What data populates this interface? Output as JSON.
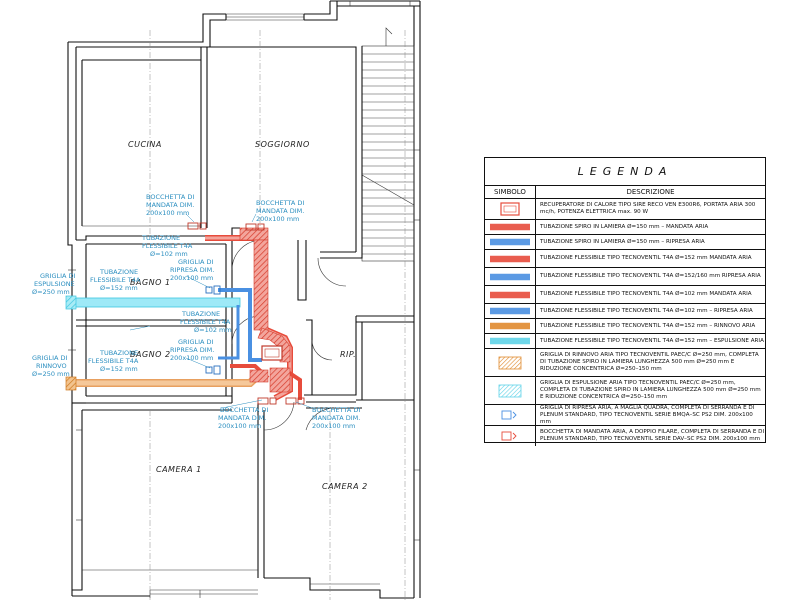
{
  "rooms": {
    "cucina": "CUCINA",
    "soggiorno": "SOGGIORNO",
    "bagno1": "BAGNO 1",
    "bagno2": "BAGNO 2",
    "camera1": "CAMERA 1",
    "camera2": "CAMERA 2",
    "rip": "RIP."
  },
  "annotations": {
    "bocchetta_mandata_a": [
      "BOCCHETTA DI",
      "MANDATA DIM.",
      "200x100 mm"
    ],
    "bocchetta_mandata_b": [
      "BOCCHETTA DI",
      "MANDATA DIM.",
      "200x100 mm"
    ],
    "bocchetta_mandata_c": [
      "BOCCHETTA DI",
      "MANDATA DIM.",
      "200x100 mm"
    ],
    "bocchetta_mandata_d": [
      "BOCCHETTA DI",
      "MANDATA DIM.",
      "200x100 mm"
    ],
    "tubazione_flex_1": [
      "TUBAZIONE",
      "FLESSIBILE T4A",
      "Ø=102 mm"
    ],
    "tubazione_flex_2": [
      "TUBAZIONE",
      "FLESSIBILE T4A",
      "Ø=152 mm"
    ],
    "tubazione_flex_3": [
      "TUBAZIONE",
      "FLESSIBILE T4A",
      "Ø=102 mm"
    ],
    "tubazione_flex_4": [
      "TUBAZIONE",
      "FLESSIBILE T4A",
      "Ø=152 mm"
    ],
    "griglia_ripresa_1": [
      "GRIGLIA DI",
      "RIPRESA DIM.",
      "200x100 mm"
    ],
    "griglia_ripresa_2": [
      "GRIGLIA DI",
      "RIPRESA DIM.",
      "200x100 mm"
    ],
    "griglia_espulsione": [
      "GRIGLIA DI",
      "ESPULSIONE",
      "Ø=250 mm"
    ],
    "griglia_rinnovo": [
      "GRIGLIA DI",
      "RINNOVO",
      "Ø=250 mm"
    ]
  },
  "legend": {
    "title": "LEGENDA",
    "col_symbol": "SIMBOLO",
    "col_description": "DESCRIZIONE",
    "rows": [
      {
        "symbol": "recuperatore",
        "color": "#e74c3c",
        "text": "RECUPERATORE DI CALORE TIPO SIRE RECO VEN E300R6, PORTATA ARIA 300 mc/h, POTENZA ELETTRICA max. 90 W"
      },
      {
        "symbol": "duct-solid",
        "color": "#e74c3c",
        "text": "TUBAZIONE SPIRO IN LAMIERA Ø=150 mm – MANDATA ARIA"
      },
      {
        "symbol": "duct-solid",
        "color": "#4a90e2",
        "text": "TUBAZIONE SPIRO IN LAMIERA Ø=150 mm – RIPRESA ARIA"
      },
      {
        "symbol": "duct-solid",
        "color": "#e74c3c",
        "text": "TUBAZIONE FLESSIBILE TIPO TECNOVENTIL T4A Ø=152 mm MANDATA ARIA"
      },
      {
        "symbol": "duct-solid",
        "color": "#4a90e2",
        "text": "TUBAZIONE FLESSIBILE TIPO TECNOVENTIL T4A Ø=152/160 mm RIPRESA ARIA"
      },
      {
        "symbol": "duct-solid",
        "color": "#e74c3c",
        "text": "TUBAZIONE FLESSIBILE TIPO TECNOVENTIL T4A Ø=102 mm MANDATA ARIA"
      },
      {
        "symbol": "duct-solid",
        "color": "#4a90e2",
        "text": "TUBAZIONE FLESSIBILE TIPO TECNOVENTIL T4A Ø=102 mm – RIPRESA ARIA"
      },
      {
        "symbol": "duct-solid",
        "color": "#e08a2e",
        "text": "TUBAZIONE FLESSIBILE TIPO TECNOVENTIL T4A Ø=152 mm – RINNOVO ARIA"
      },
      {
        "symbol": "duct-solid",
        "color": "#5fd3e8",
        "text": "TUBAZIONE FLESSIBILE TIPO TECNOVENTIL T4A Ø=152 mm – ESPULSIONE ARIA"
      },
      {
        "symbol": "griglia-hatch",
        "color": "#e08a2e",
        "text": "GRIGLIA DI RINNOVO ARIA TIPO TECNOVENTIL PAEC/C Ø=250 mm, COMPLETA DI TUBAZIONE SPIRO IN LAMIERA LUNGHEZZA 500 mm Ø=250 mm E RIDUZIONE CONCENTRICA Ø=250–150 mm"
      },
      {
        "symbol": "griglia-hatch",
        "color": "#5fd3e8",
        "text": "GRIGLIA DI ESPULSIONE ARIA TIPO TECNOVENTIL PAEC/C Ø=250 mm, COMPLETA DI TUBAZIONE SPIRO IN LAMIERA LUNGHEZZA 500 mm Ø=250 mm E RIDUZIONE CONCENTRICA Ø=250–150 mm"
      },
      {
        "symbol": "bocchetta",
        "color": "#4a90e2",
        "text": "GRIGLIA DI RIPRESA ARIA, A MAGLIA QUADRA, COMPLETA DI SERRANDA E DI PLENUM STANDARD, TIPO TECNOVENTIL SERIE BMQA–SC PS2 DIM. 200x100 mm"
      },
      {
        "symbol": "bocchetta",
        "color": "#e74c3c",
        "text": "BOCCHETTA DI MANDATA ARIA, A DOPPIO FILARE, COMPLETA DI SERRANDA E DI PLENUM STANDARD, TIPO TECNOVENTIL SERIE DAV–SC PS2 DIM. 200x100 mm"
      }
    ]
  },
  "colors": {
    "mandata": "#e74c3c",
    "ripresa": "#4a90e2",
    "rinnovo": "#e08a2e",
    "espulsione": "#5fd3e8"
  }
}
